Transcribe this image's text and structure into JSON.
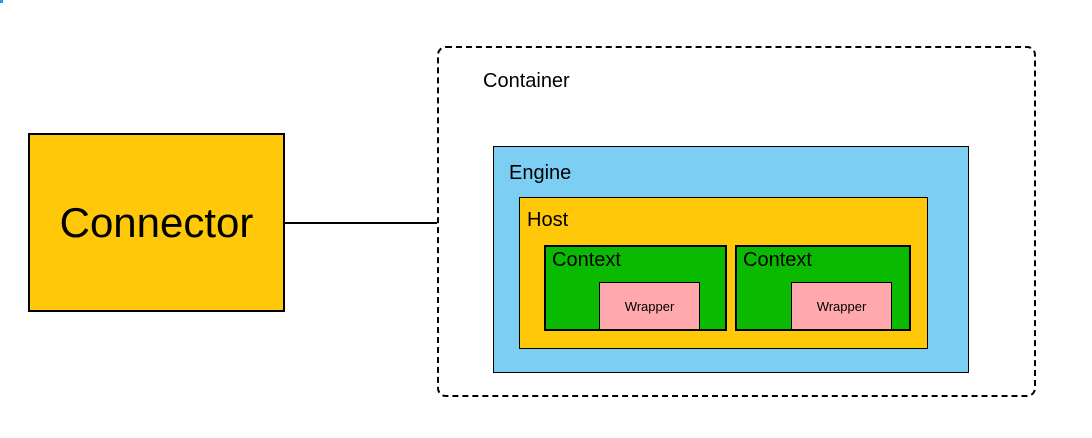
{
  "colors": {
    "background": "#FFFFFF",
    "connector_fill": "#FFC808",
    "engine_fill": "#7CCFF2",
    "host_fill": "#FFC808",
    "context_fill": "#0ABA00",
    "wrapper_fill": "#FFA9AD",
    "border": "#000000"
  },
  "diagram": {
    "connector_label": "Connector",
    "container_label": "Container",
    "engine_label": "Engine",
    "host_label": "Host",
    "contexts": [
      {
        "label": "Context",
        "wrapper_label": "Wrapper"
      },
      {
        "label": "Context",
        "wrapper_label": "Wrapper"
      }
    ]
  }
}
